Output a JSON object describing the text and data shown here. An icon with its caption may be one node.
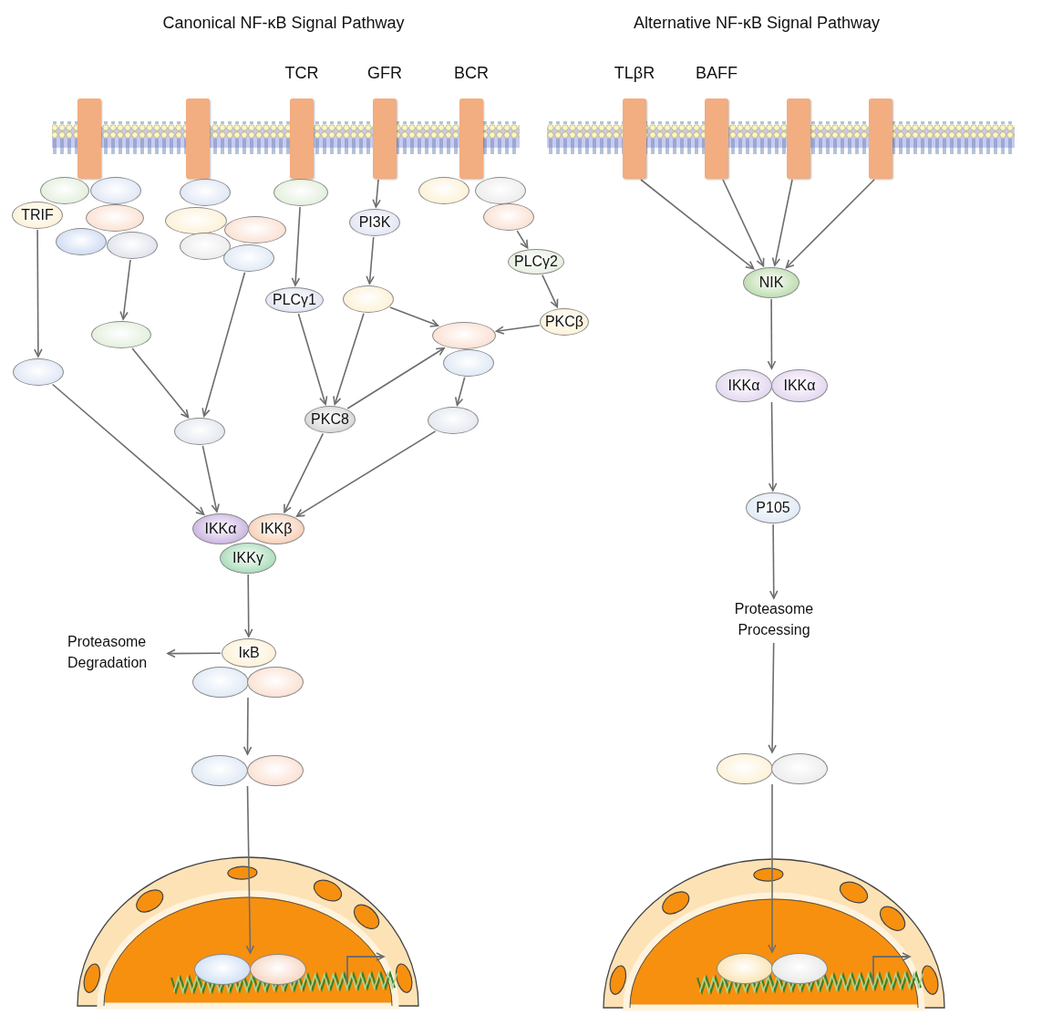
{
  "diagram": {
    "nodes": [
      {
        "text": [],
        "shape": "bar"
      },
      {
        "text": [],
        "shape": "bar"
      },
      {
        "text": [
          "TCR"
        ]
      },
      {
        "text": [
          "GFR"
        ]
      },
      {
        "text": [
          "BCR"
        ]
      },
      {
        "text": [
          "TLβR"
        ]
      },
      {
        "text": [
          "BAFF"
        ]
      },
      {
        "text": [],
        "shape": "bar"
      },
      {
        "text": [],
        "shape": "bar"
      },
      {
        "text": [],
        "shape": "ellipse"
      },
      {
        "text": [],
        "shape": "ellipse"
      },
      {
        "text": [],
        "shape": "ellipse"
      },
      {
        "text": [],
        "shape": "ellipse"
      },
      {
        "text": [],
        "shape": "ellipse"
      },
      {
        "text": [],
        "shape": "ellipse"
      },
      {
        "text": [
          "TRIF"
        ]
      },
      {
        "text": [],
        "shape": "ellipse"
      },
      {
        "text": [],
        "shape": "ellipse"
      },
      {
        "text": [
          "PI3K"
        ]
      },
      {
        "text": [],
        "shape": "ellipse"
      },
      {
        "text": [],
        "shape": "ellipse"
      },
      {
        "text": [],
        "shape": "ellipse"
      },
      {
        "text": [],
        "shape": "ellipse"
      },
      {
        "text": [],
        "shape": "ellipse"
      },
      {
        "text": [],
        "shape": "ellipse"
      },
      {
        "text": [
          "PLCγ2"
        ]
      },
      {
        "text": [
          "NIK"
        ]
      },
      {
        "text": [
          "PLCγ1"
        ]
      },
      {
        "text": [],
        "shape": "ellipse"
      },
      {
        "text": [
          "PKCβ"
        ]
      },
      {
        "text": [],
        "shape": "ellipse"
      },
      {
        "text": [],
        "shape": "ellipse"
      },
      {
        "text": [],
        "shape": "ellipse"
      },
      {
        "text": [],
        "shape": "ellipse"
      },
      {
        "text": [
          "IKKα"
        ]
      },
      {
        "text": [
          "IKKα"
        ]
      },
      {
        "text": [
          "PKC8"
        ]
      },
      {
        "text": [],
        "shape": "ellipse"
      },
      {
        "text": [],
        "shape": "ellipse"
      },
      {
        "text": [
          "P105"
        ]
      },
      {
        "text": [
          "IKKα"
        ]
      },
      {
        "text": [
          "IKKβ"
        ]
      },
      {
        "text": [
          "IKKγ"
        ]
      },
      {
        "text": [
          "Proteasome Processing"
        ]
      },
      {
        "text": [
          "Proteasome Degradation"
        ]
      },
      {
        "text": [
          "IκB"
        ]
      },
      {
        "text": [],
        "shape": "ellipse"
      },
      {
        "text": [],
        "shape": "ellipse"
      },
      {
        "text": [],
        "shape": "ellipse"
      },
      {
        "text": [],
        "shape": "ellipse"
      },
      {
        "text": [],
        "shape": "ellipse"
      },
      {
        "text": [],
        "shape": "ellipse"
      },
      {
        "text": [],
        "shape": "ellipse"
      },
      {
        "text": [],
        "shape": "ellipse"
      },
      {
        "text": [],
        "shape": "ellipse"
      },
      {
        "text": [],
        "shape": "ellipse"
      }
    ],
    "edges": [
      {
        "from": 15,
        "to": 33,
        "arrow": "to"
      },
      {
        "from": 22,
        "to": 30,
        "arrow": "to"
      },
      {
        "from": 30,
        "to": 38,
        "arrow": "to"
      },
      {
        "from": 24,
        "to": 38,
        "arrow": "to"
      },
      {
        "from": 12,
        "to": 27,
        "arrow": "to"
      },
      {
        "from": 3,
        "to": 18,
        "arrow": "to"
      },
      {
        "from": 18,
        "to": 28,
        "arrow": "to"
      },
      {
        "from": 27,
        "to": 36,
        "arrow": "to"
      },
      {
        "from": 28,
        "to": 36,
        "arrow": "to"
      },
      {
        "from": 28,
        "to": 31,
        "arrow": "to"
      },
      {
        "from": 29,
        "to": 31,
        "arrow": "to"
      },
      {
        "from": 36,
        "to": 31,
        "arrow": "to"
      },
      {
        "from": 19,
        "to": 25,
        "arrow": "to"
      },
      {
        "from": 25,
        "to": 29,
        "arrow": "to"
      },
      {
        "from": 32,
        "to": 37,
        "arrow": "to"
      },
      {
        "from": 33,
        "to": 40,
        "arrow": "to"
      },
      {
        "from": 38,
        "to": 40,
        "arrow": "to"
      },
      {
        "from": 36,
        "to": 41,
        "arrow": "to"
      },
      {
        "from": 37,
        "to": 41,
        "arrow": "to"
      },
      {
        "from": 42,
        "to": 45,
        "arrow": "to"
      },
      {
        "from": 45,
        "to": 44,
        "arrow": "to"
      },
      {
        "from": 46,
        "to": 48,
        "arrow": "to"
      },
      {
        "from": 46,
        "to": 49,
        "arrow": "to"
      },
      {
        "from": 47,
        "to": 48,
        "arrow": "to"
      },
      {
        "from": 47,
        "to": 49,
        "arrow": "to"
      },
      {
        "from": 48,
        "to": 52,
        "arrow": "to"
      },
      {
        "from": 48,
        "to": 53,
        "arrow": "to"
      },
      {
        "from": 49,
        "to": 52,
        "arrow": "to"
      },
      {
        "from": 49,
        "to": 53,
        "arrow": "to"
      },
      {
        "from": 5,
        "to": 26,
        "arrow": "to"
      },
      {
        "from": 6,
        "to": 26,
        "arrow": "to"
      },
      {
        "from": 7,
        "to": 26,
        "arrow": "to"
      },
      {
        "from": 8,
        "to": 26,
        "arrow": "to"
      },
      {
        "from": 26,
        "to": 34,
        "arrow": "to"
      },
      {
        "from": 26,
        "to": 35,
        "arrow": "to"
      },
      {
        "from": 34,
        "to": 39,
        "arrow": "to"
      },
      {
        "from": 35,
        "to": 39,
        "arrow": "to"
      },
      {
        "from": 39,
        "to": 43,
        "arrow": "to"
      },
      {
        "from": 43,
        "to": 50,
        "arrow": "to"
      },
      {
        "from": 43,
        "to": 51,
        "arrow": "to"
      },
      {
        "from": 50,
        "to": 54,
        "arrow": "to"
      },
      {
        "from": 50,
        "to": 55,
        "arrow": "to"
      },
      {
        "from": 51,
        "to": 54,
        "arrow": "to"
      },
      {
        "from": 51,
        "to": 55,
        "arrow": "to"
      }
    ],
    "labels": [
      "Canonical NF-κB Signal Pathway",
      "Alternative NF-κB Signal Pathway"
    ]
  }
}
